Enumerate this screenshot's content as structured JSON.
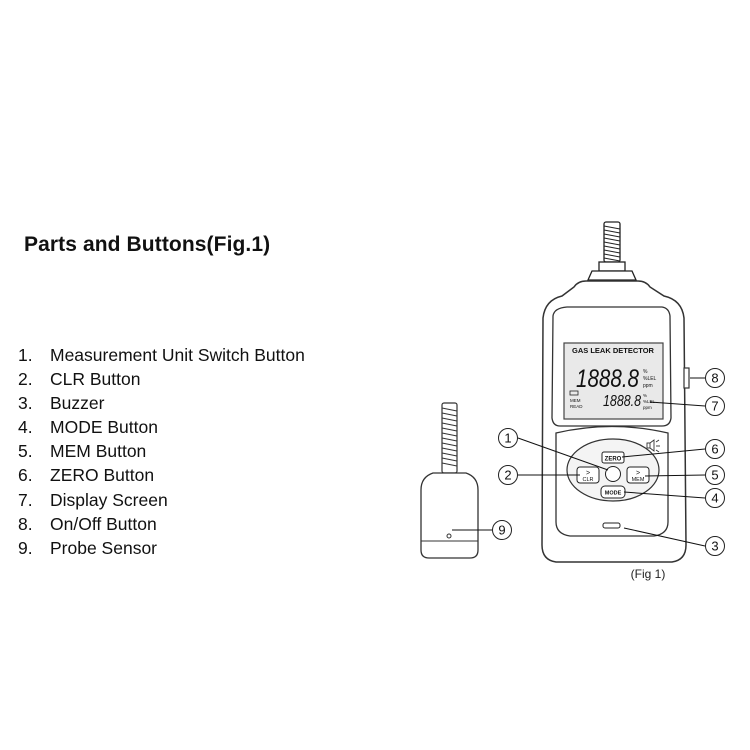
{
  "title": "Parts and Buttons(Fig.1)",
  "parts": [
    {
      "num": "1.",
      "label": "Measurement Unit Switch Button"
    },
    {
      "num": "2.",
      "label": "CLR Button"
    },
    {
      "num": "3.",
      "label": "Buzzer"
    },
    {
      "num": "4.",
      "label": "MODE Button"
    },
    {
      "num": "5.",
      "label": "MEM Button"
    },
    {
      "num": "6.",
      "label": "ZERO Button"
    },
    {
      "num": "7.",
      "label": "Display Screen"
    },
    {
      "num": "8.",
      "label": "On/Off Button"
    },
    {
      "num": "9.",
      "label": "Probe Sensor"
    }
  ],
  "device": {
    "lcd_title": "GAS LEAK DETECTOR",
    "main_reading": "1888.8",
    "sub_reading": "1888.8",
    "unit_main_top": "%",
    "unit_main_mid": "%LEL",
    "unit_main_bot": "ppm",
    "unit_sub_top": "%",
    "unit_sub_mid": "%LEL",
    "unit_sub_bot": "ppm",
    "indicator_1": "MEM",
    "indicator_2": "READ",
    "buttons": {
      "zero": "ZERO",
      "clr": "CLR",
      "mem": "MEM",
      "mode": "MODE",
      "clr_arrow": ">",
      "mem_arrow": ">"
    }
  },
  "callouts": {
    "c1": "1",
    "c2": "2",
    "c3": "3",
    "c4": "4",
    "c5": "5",
    "c6": "6",
    "c7": "7",
    "c8": "8",
    "c9": "9"
  },
  "caption": "(Fig 1)"
}
